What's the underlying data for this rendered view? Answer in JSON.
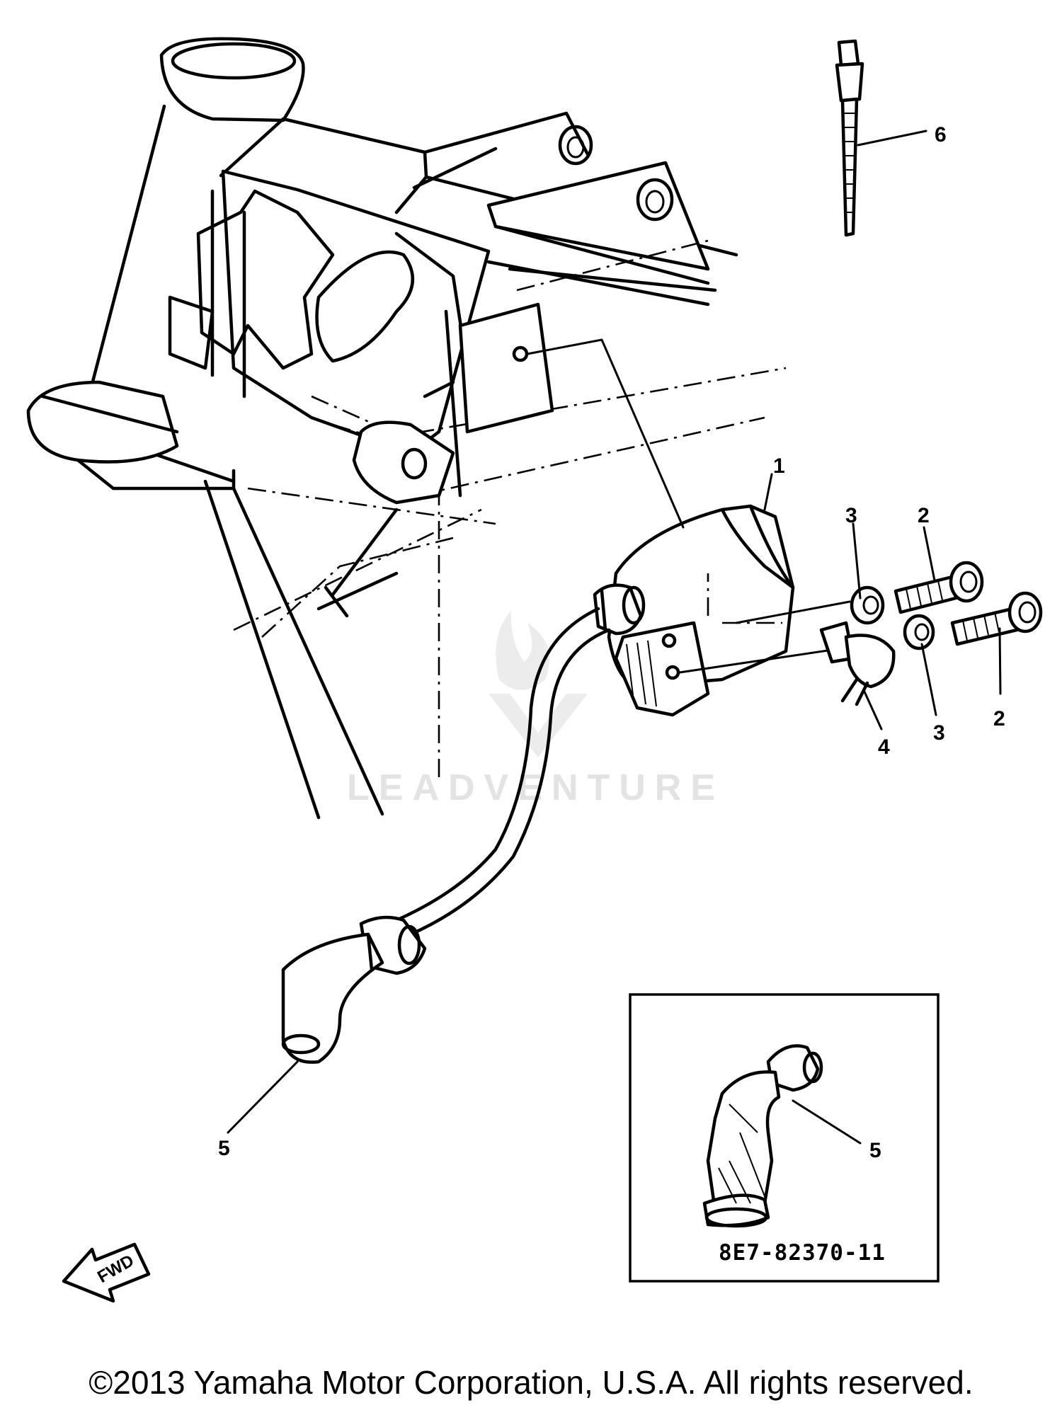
{
  "diagram": {
    "callouts": [
      "1",
      "2",
      "2",
      "3",
      "3",
      "4",
      "5",
      "5",
      "6"
    ],
    "inset_code": "8E7-82370-11",
    "direction_marker": "FWD",
    "watermark": "LEADVENTURE"
  },
  "footer": {
    "copyright": "©2013 Yamaha Motor Corporation, U.S.A. All rights reserved."
  }
}
